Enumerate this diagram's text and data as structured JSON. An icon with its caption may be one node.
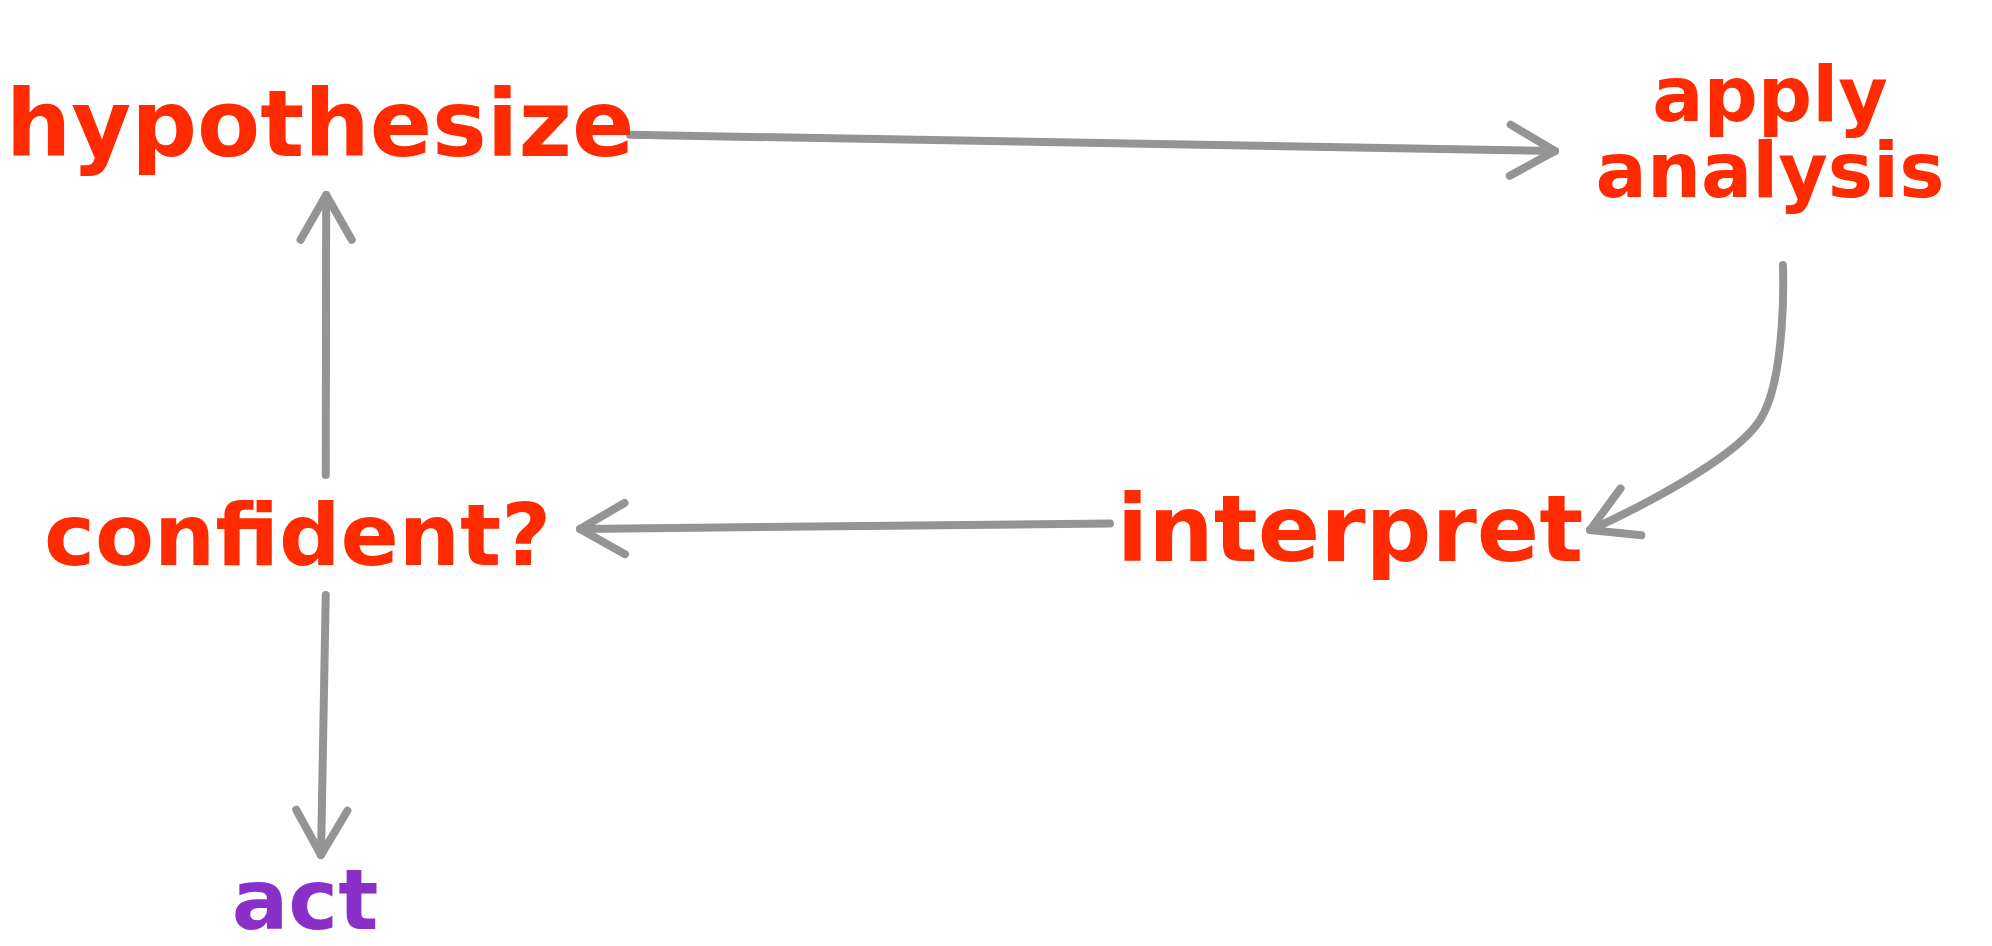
{
  "diagram": {
    "nodes": [
      {
        "text": [
          "hypothesize"
        ]
      },
      {
        "text": [
          "apply analysis"
        ]
      },
      {
        "text": [
          "interpret"
        ]
      },
      {
        "text": [
          "confident?"
        ]
      },
      {
        "text": [
          "act"
        ]
      }
    ],
    "edges": [
      {
        "from": 0,
        "to": 1,
        "arrow": "to"
      },
      {
        "from": 1,
        "to": 2,
        "arrow": "to"
      },
      {
        "from": 2,
        "to": 3,
        "arrow": "to"
      },
      {
        "from": 3,
        "to": 0,
        "arrow": "to"
      },
      {
        "from": 3,
        "to": 4,
        "arrow": "to"
      }
    ]
  }
}
